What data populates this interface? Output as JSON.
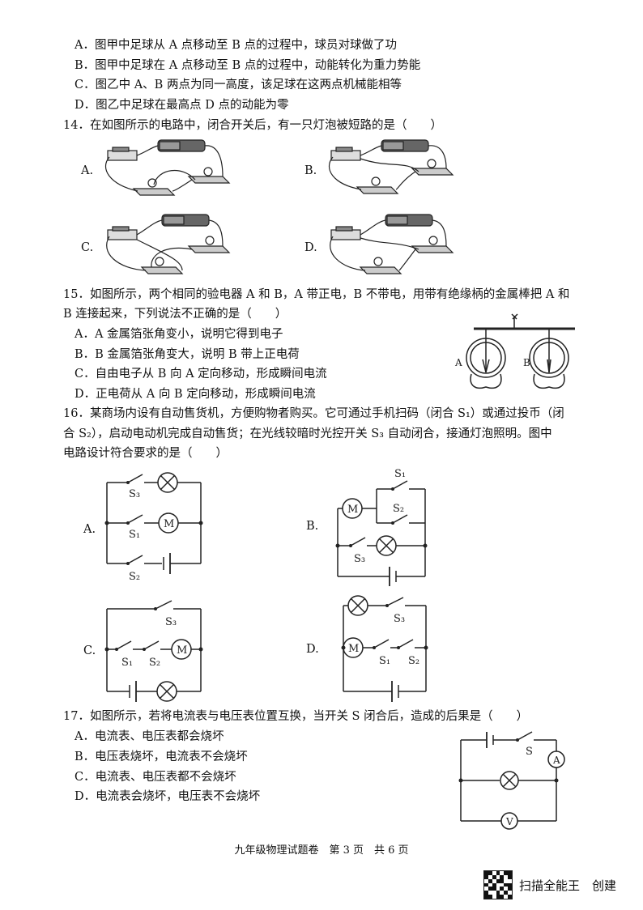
{
  "q13_options": [
    "A．图甲中足球从 A 点移动至 B 点的过程中，球员对球做了功",
    "B．图甲中足球在 A 点移动至 B 点的过程中，动能转化为重力势能",
    "C．图乙中 A、B 两点为同一高度，该足球在这两点机械能相等",
    "D．图乙中足球在最高点 D 点的动能为零"
  ],
  "q14": {
    "stem": "14．在如图所示的电路中，闭合开关后，有一只灯泡被短路的是（　　）",
    "labels": [
      "A.",
      "B.",
      "C.",
      "D."
    ]
  },
  "q15": {
    "stem_line1": "15．如图所示，两个相同的验电器 A 和 B，A 带正电，B 不带电，用带有绝缘柄的金属棒把 A 和",
    "stem_line2": "B 连接起来，下列说法不正确的是（　　）",
    "options": [
      "A．A 金属箔张角变小，说明它得到电子",
      "B．B 金属箔张角变大，说明 B 带上正电荷",
      "C．自由电子从 B 向 A 定向移动，形成瞬间电流",
      "D．正电荷从 A 向 B 定向移动，形成瞬间电流"
    ],
    "fig_labels": [
      "A",
      "B"
    ]
  },
  "q16": {
    "stem_line1": "16．某商场内设有自动售货机，方便购物者购买。它可通过手机扫码（闭合 S₁）或通过投币（闭",
    "stem_line2": "合 S₂），启动电动机完成自动售货；在光线较暗时光控开关 S₃ 自动闭合，接通灯泡照明。图中",
    "stem_line3": "电路设计符合要求的是（　　）",
    "labels": [
      "A.",
      "B.",
      "C.",
      "D."
    ],
    "s1": "S₁",
    "s2": "S₂",
    "s3": "S₃",
    "motor": "M"
  },
  "q17": {
    "stem": "17．如图所示，若将电流表与电压表位置互换，当开关 S 闭合后，造成的后果是（　　）",
    "options": [
      "A．电流表、电压表都会烧坏",
      "B．电压表烧坏，电流表不会烧坏",
      "C．电流表、电压表都不会烧坏",
      "D．电流表会烧坏，电压表不会烧坏"
    ],
    "switch_label": "S",
    "ammeter": "A",
    "voltmeter": "V"
  },
  "footer": "九年级物理试题卷　第 3 页　共 6 页",
  "scanner": "扫描全能王　创建"
}
